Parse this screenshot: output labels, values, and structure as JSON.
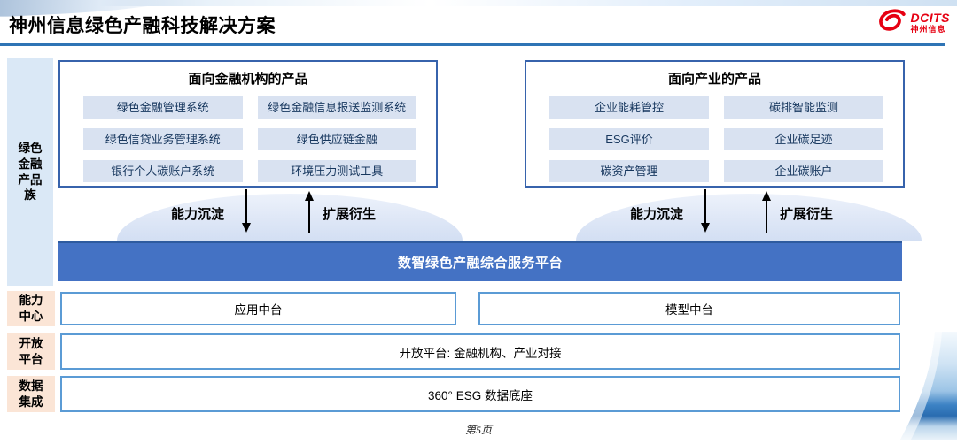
{
  "page": {
    "title": "神州信息绿色产融科技解决方案",
    "page_number": "第5页"
  },
  "logo": {
    "brand": "DCITS",
    "brand_cn": "神州信息"
  },
  "sidebar": {
    "family_label": "绿色金融产品族",
    "capability_label": "能力中心",
    "open_label": "开放平台",
    "data_label": "数据集成"
  },
  "groups": [
    {
      "title": "面向金融机构的产品",
      "items": [
        "绿色金融管理系统",
        "绿色金融信息报送监测系统",
        "绿色信贷业务管理系统",
        "绿色供应链金融",
        "银行个人碳账户系统",
        "环境压力测试工具"
      ],
      "flow": {
        "down": "能力沉淀",
        "up": "扩展衍生"
      }
    },
    {
      "title": "面向产业的产品",
      "items": [
        "企业能耗管控",
        "碳排智能监测",
        "ESG评价",
        "企业碳足迹",
        "碳资产管理",
        "企业碳账户"
      ],
      "flow": {
        "down": "能力沉淀",
        "up": "扩展衍生"
      }
    }
  ],
  "platform": {
    "label": "数智绿色产融综合服务平台"
  },
  "middle": {
    "app": "应用中台",
    "model": "模型中台"
  },
  "open_platform": {
    "label": "开放平台: 金融机构、产业对接"
  },
  "data_base": {
    "label": "360° ESG 数据底座"
  },
  "colors": {
    "accent_blue": "#4472C4",
    "border_blue_dark": "#3763AC",
    "border_blue_light": "#5B9BD5",
    "item_fill": "#D9E2F1",
    "rail_blue": "#DAE8F6",
    "rail_peach": "#FBE5D6",
    "header_line": "#2E74B5",
    "logo_red": "#E60012"
  }
}
